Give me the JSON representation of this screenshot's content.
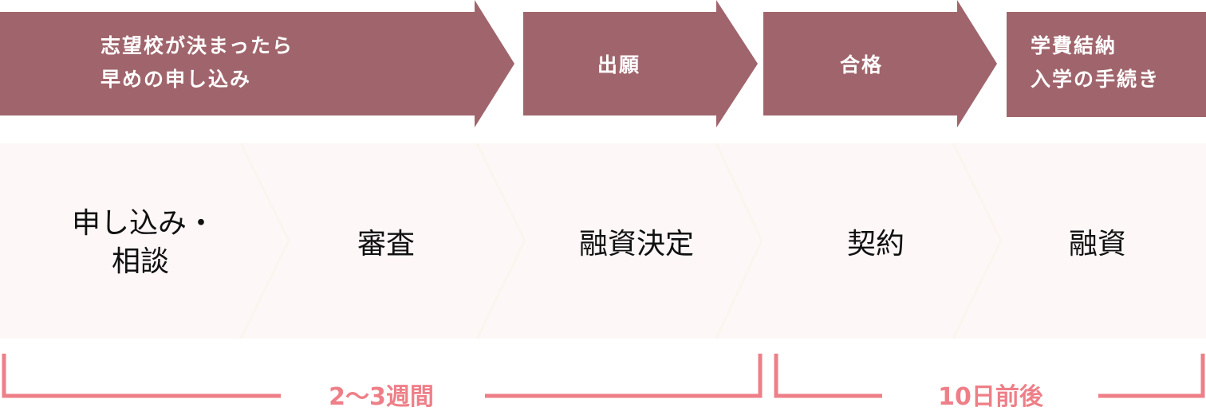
{
  "colors": {
    "arrow": "#a0656c",
    "step_bg": "#fdf7f7",
    "bracket": "#ee7f88"
  },
  "milestones": [
    {
      "lines": [
        "志望校が決まったら",
        "早めの申し込み"
      ]
    },
    {
      "lines": [
        "出願"
      ]
    },
    {
      "lines": [
        "合格"
      ]
    },
    {
      "lines": [
        "学費結納",
        "入学の手続き"
      ]
    }
  ],
  "steps": [
    {
      "lines": [
        "申し込み・",
        "相談"
      ]
    },
    {
      "lines": [
        "審査"
      ]
    },
    {
      "lines": [
        "融資決定"
      ]
    },
    {
      "lines": [
        "契約"
      ]
    },
    {
      "lines": [
        "融資"
      ]
    }
  ],
  "durations": [
    {
      "label": "2〜3週間"
    },
    {
      "label": "10日前後"
    }
  ]
}
